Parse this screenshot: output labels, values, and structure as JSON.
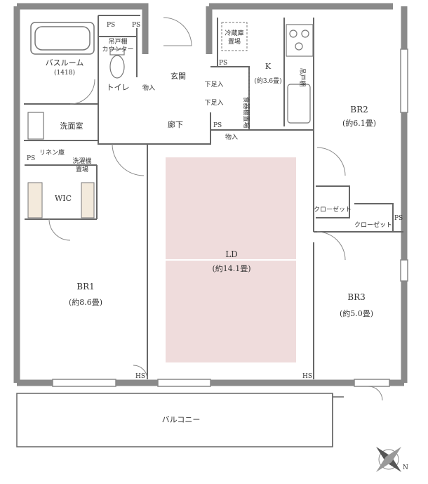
{
  "rooms": {
    "bathroom": {
      "name": "バスルーム",
      "size": "(1418)"
    },
    "hanging_counter": {
      "line1": "吊戸棚",
      "line2": "カウンター"
    },
    "toilet": "トイレ",
    "storage_entry": "物入",
    "genkan": "玄関",
    "shoe1": "下足入",
    "shoe2": "下足入",
    "kitchen": {
      "name": "K",
      "size": "(約3.6畳)"
    },
    "fridge": {
      "line1": "冷蔵庫",
      "line2": "置場"
    },
    "pantry": {
      "line1": "食器棚置場"
    },
    "hanging_kitchen": "吊戸棚",
    "br2": {
      "name": "BR2",
      "size": "(約6.1畳)"
    },
    "washroom": "洗面室",
    "linen": "リネン庫",
    "hallway": "廊下",
    "storage_ld": "物入",
    "washer": {
      "line1": "洗濯機",
      "line2": "置場"
    },
    "wic": "WIC",
    "closet_br2": "クローゼット",
    "closet_br3": "クローゼット",
    "ld": {
      "name": "LD",
      "size": "(約14.1畳)"
    },
    "br1": {
      "name": "BR1",
      "size": "(約8.6畳)"
    },
    "br3": {
      "name": "BR3",
      "size": "(約5.0畳)"
    },
    "balcony": "バルコニー"
  },
  "ps_labels": [
    "PS",
    "PS",
    "PS",
    "PS",
    "PS",
    "PS"
  ],
  "hs_labels": [
    "HS",
    "HS"
  ],
  "compass": "N",
  "colors": {
    "wall": "#8a8a8a",
    "ld_floor": "#efdcdc",
    "line": "#666666"
  }
}
